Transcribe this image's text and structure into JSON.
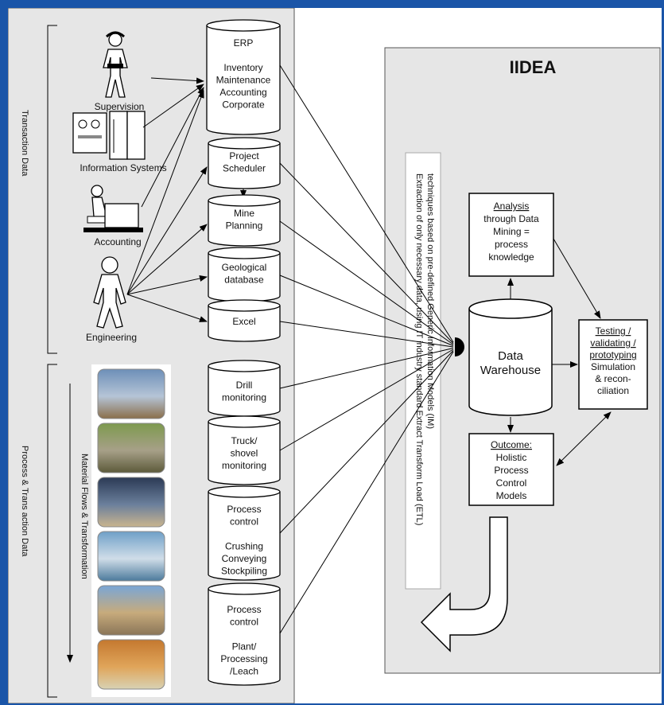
{
  "colors": {
    "frame": "#1a55a8",
    "panel": "#e6e6e6",
    "panel_border": "#555555"
  },
  "left_panel": {
    "transaction_label": "Transaction Data",
    "process_label": "Process & Trans action Data",
    "material_label": "Material Flows & Transformation"
  },
  "actors": {
    "supervision": "Supervision",
    "information_systems": "Information Systems",
    "accounting": "Accounting",
    "engineering": "Engineering"
  },
  "cylinders": {
    "erp": [
      "ERP",
      "",
      "Inventory",
      "Maintenance",
      "Accounting",
      "Corporate"
    ],
    "project_scheduler": [
      "Project",
      "Scheduler"
    ],
    "mine_planning": [
      "Mine",
      "Planning"
    ],
    "geological_database": [
      "Geological",
      "database"
    ],
    "excel": [
      "Excel"
    ],
    "drill_monitoring": [
      "Drill",
      "monitoring"
    ],
    "truck_shovel": [
      "Truck/",
      "shovel",
      "monitoring"
    ],
    "process_control_crushing": [
      "Process",
      "control",
      "",
      "Crushing",
      "Conveying",
      "Stockpiling"
    ],
    "process_control_plant": [
      "Process",
      "control",
      "",
      "Plant/",
      "Processing",
      "/Leach"
    ]
  },
  "etl": {
    "line1": "Extraction of only necessary data, using IT industry standard Extract Transform Load (ETL)",
    "line2": "techniques based on pre-defined Generic Information Models (IM)"
  },
  "iidea": {
    "title": "IIDEA",
    "analysis": {
      "heading": "Analysis",
      "lines": [
        "through Data",
        "Mining =",
        "process",
        "knowledge"
      ]
    },
    "warehouse": [
      "Data",
      "Warehouse"
    ],
    "testing": {
      "heading": [
        "Testing /",
        "validating /",
        "prototyping"
      ],
      "lines": [
        "Simulation",
        "& recon-",
        "ciliation"
      ]
    },
    "outcome": {
      "heading": "Outcome:",
      "lines": [
        "Holistic",
        "Process",
        "Control",
        "Models"
      ]
    }
  },
  "photos": [
    {
      "name": "drill-rig-photo",
      "colors": [
        "#6d8fb8",
        "#b5c4d6",
        "#8a6e4a"
      ]
    },
    {
      "name": "open-pit-photo",
      "colors": [
        "#7d9a4e",
        "#a7a088",
        "#5c5a3a"
      ]
    },
    {
      "name": "shaft-photo",
      "colors": [
        "#2b3a55",
        "#6b7f9c",
        "#c9b48e"
      ]
    },
    {
      "name": "conveyor-photo",
      "colors": [
        "#6fa0c8",
        "#d0dde8",
        "#4c7a9c"
      ]
    },
    {
      "name": "stacker-photo",
      "colors": [
        "#7aa6d6",
        "#c7ab7c",
        "#8a7558"
      ]
    },
    {
      "name": "leach-pad-photo",
      "colors": [
        "#c4782f",
        "#e0a55a",
        "#d8d2b4"
      ]
    }
  ]
}
